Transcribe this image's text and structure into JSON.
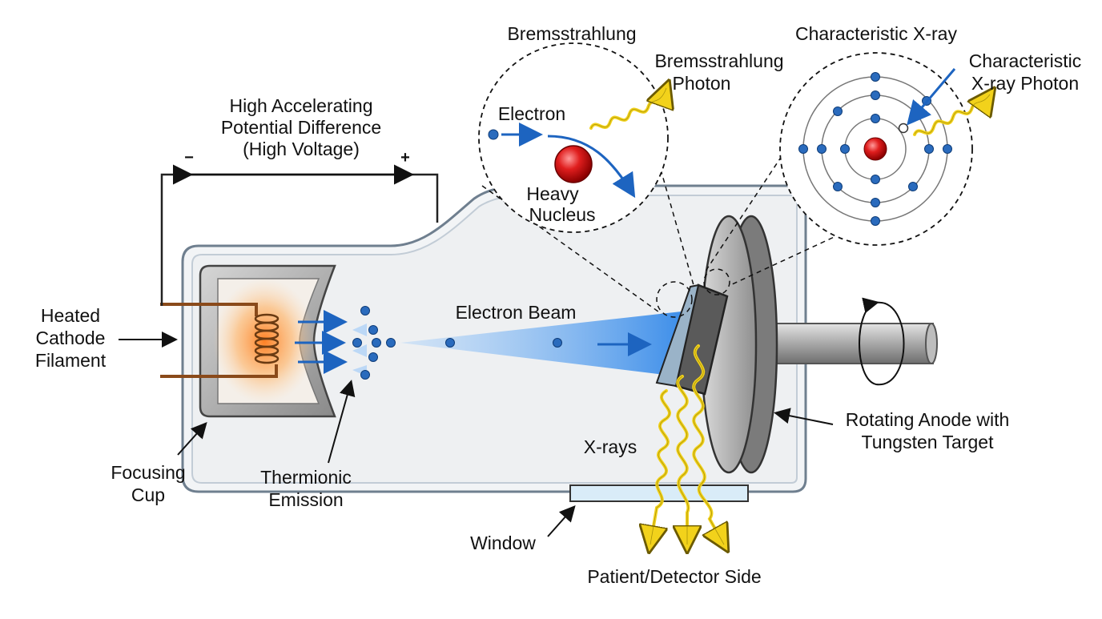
{
  "labels": {
    "voltage_line1": "High Accelerating",
    "voltage_line2": "Potential Difference",
    "voltage_line3": "(High Voltage)",
    "minus": "−",
    "plus": "+",
    "cathode_line1": "Heated",
    "cathode_line2": "Cathode",
    "cathode_line3": "Filament",
    "focusing_line1": "Focusing",
    "focusing_line2": "Cup",
    "thermionic_line1": "Thermionic",
    "thermionic_line2": "Emission",
    "electron_beam": "Electron Beam",
    "window": "Window",
    "xrays": "X-rays",
    "patient_side": "Patient/Detector Side",
    "anode_line1": "Rotating Anode with",
    "anode_line2": "Tungsten Target"
  },
  "bremsstrahlung_inset": {
    "title": "Bremsstrahlung",
    "electron": "Electron",
    "nucleus_line1": "Heavy",
    "nucleus_line2": "Nucleus",
    "photon_line1": "Bremsstrahlung",
    "photon_line2": "Photon"
  },
  "characteristic_inset": {
    "title": "Characteristic X-ray",
    "photon_line1": "Characteristic",
    "photon_line2": "X-ray Photon"
  },
  "colors": {
    "electron": "#2a6bbd",
    "beam": "#3d8fe6",
    "xray": "#f2d21b",
    "nucleus": "#d01818",
    "glow": "#ff8a2a",
    "tube_glass": "#f3f5f7",
    "metal": "#9a9a9a"
  }
}
